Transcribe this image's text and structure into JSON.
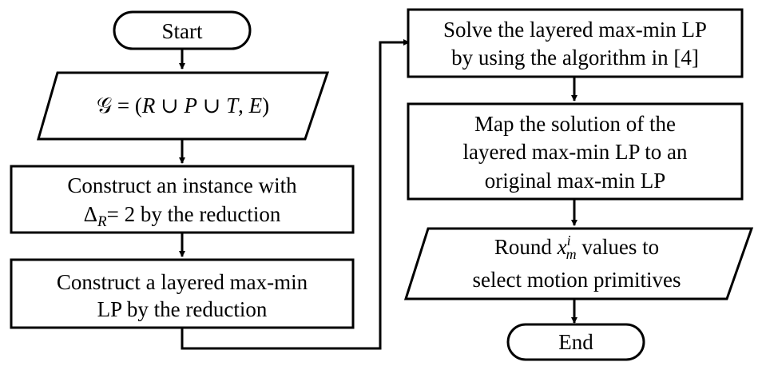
{
  "diagram": {
    "nodes": {
      "start": {
        "label": "Start"
      },
      "graph_input": {
        "script_g": "𝒢",
        "eq": " = (",
        "r": "R",
        "cup1": " ∪ ",
        "p": "P",
        "cup2": " ∪ ",
        "t": "T",
        "comma": ", ",
        "e": "E",
        "close": ")"
      },
      "construct_instance": {
        "line1": "Construct an instance with",
        "delta": "Δ",
        "delta_sub": "R",
        "line2_rest": "= 2 by the reduction"
      },
      "construct_layered": {
        "line1": "Construct a layered max-min",
        "line2": "LP by the reduction"
      },
      "solve": {
        "line1": "Solve the layered max-min LP",
        "line2": "by using the algorithm in [4]"
      },
      "map_solution": {
        "line1": "Map the solution of the",
        "line2": "layered max-min LP to an",
        "line3": "original max-min LP"
      },
      "round": {
        "prefix": "Round ",
        "x": "x",
        "sup": "i",
        "sub": "m",
        "suffix": " values to",
        "line2": "select motion primitives"
      },
      "end": {
        "label": "End"
      }
    }
  }
}
